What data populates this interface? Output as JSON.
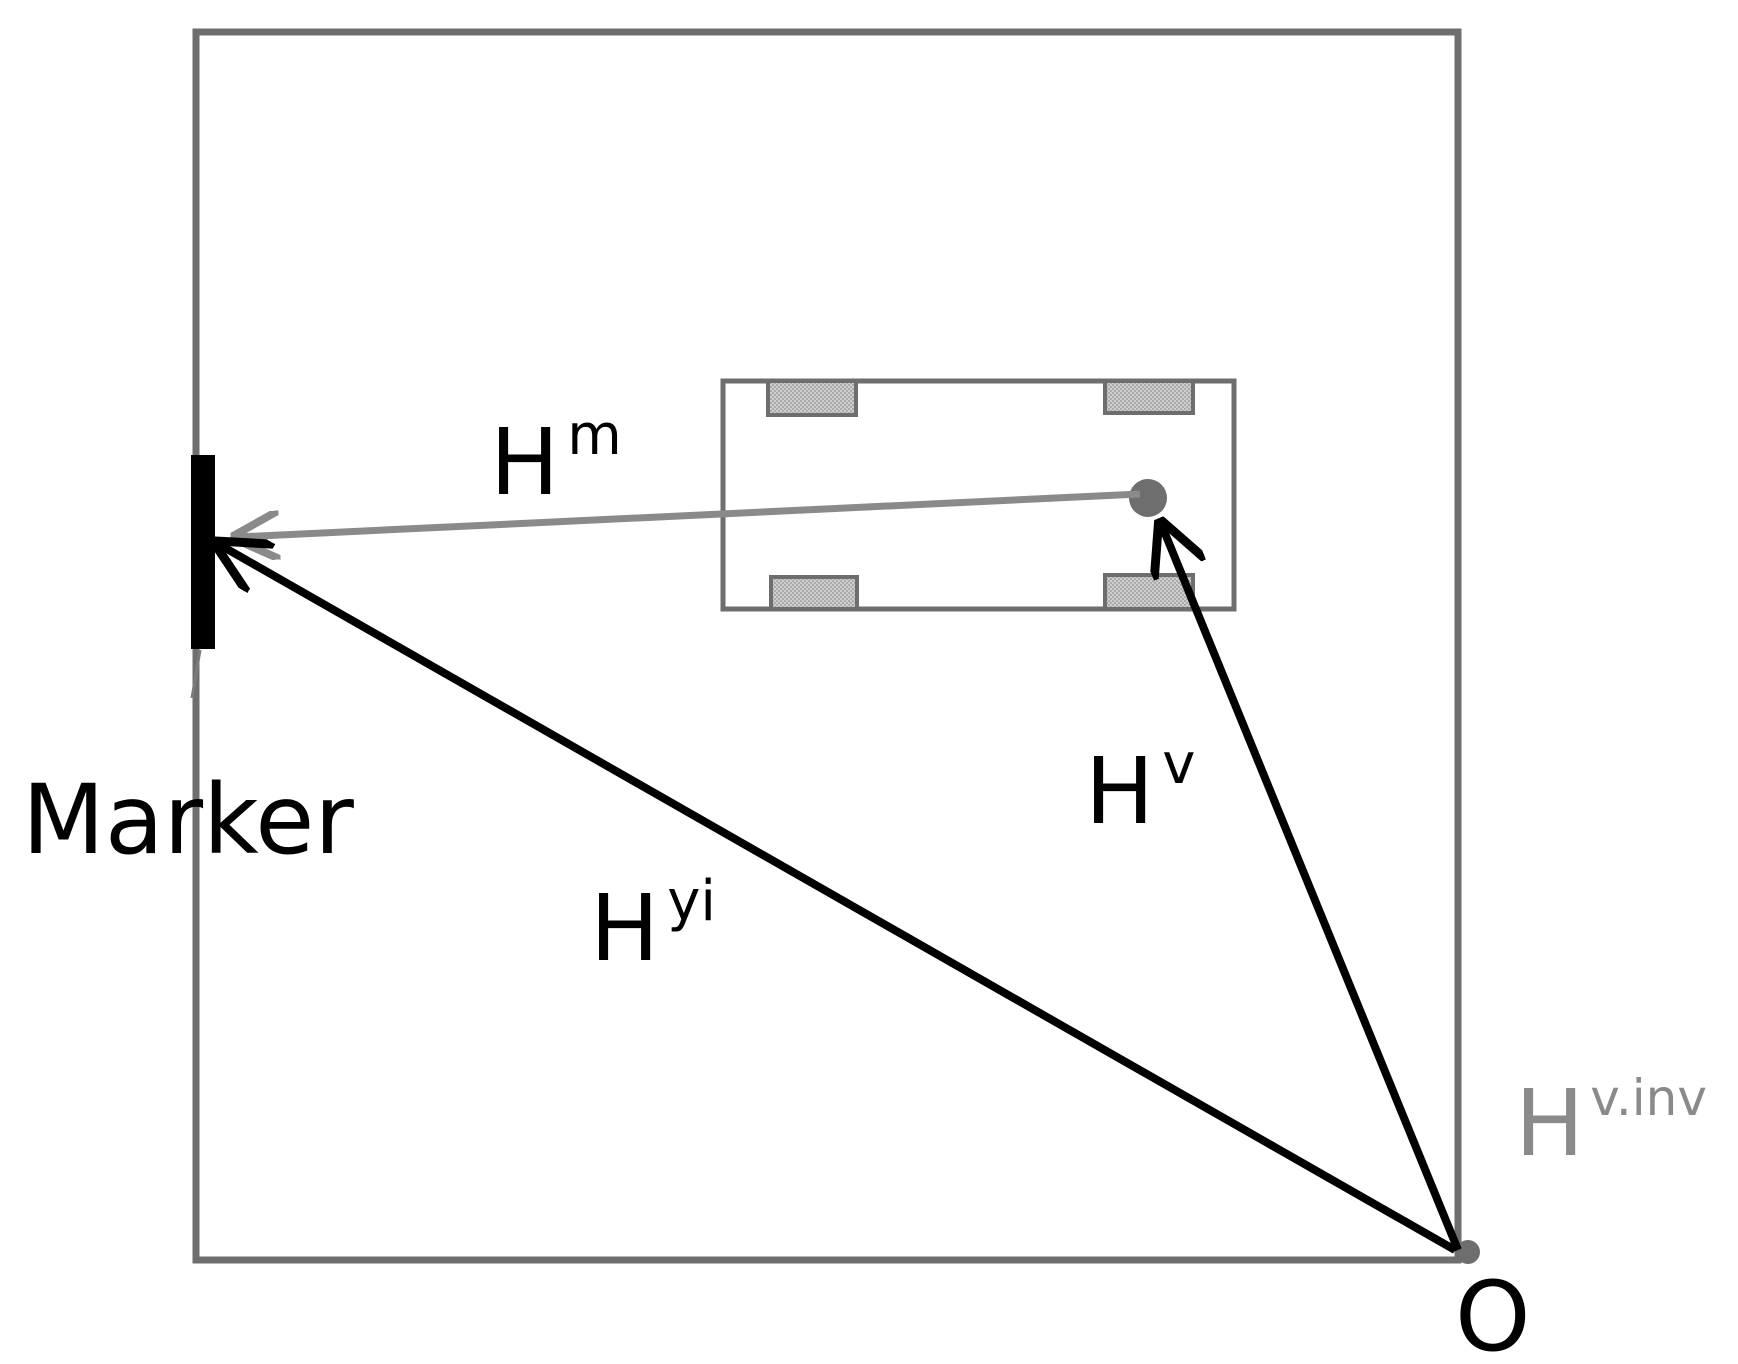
{
  "labels": {
    "marker": "Marker",
    "h_m_base": "H",
    "h_m_sup": "m",
    "h_v_base": "H",
    "h_v_sup": "v",
    "h_yi_base": "H",
    "h_yi_sup": "yi",
    "h_vinv_base": "H",
    "h_vinv_sup": "v.inv",
    "origin": "O"
  },
  "colors": {
    "frame": "#6e6e6e",
    "vehicle": "#6e6e6e",
    "wheel_fill": "#c8c8c8",
    "marker": "#000000",
    "vector_black": "#000000",
    "vector_gray": "#8a8a8a",
    "label_black": "#000000",
    "label_gray": "#8a8a8a",
    "point": "#6e6e6e"
  }
}
